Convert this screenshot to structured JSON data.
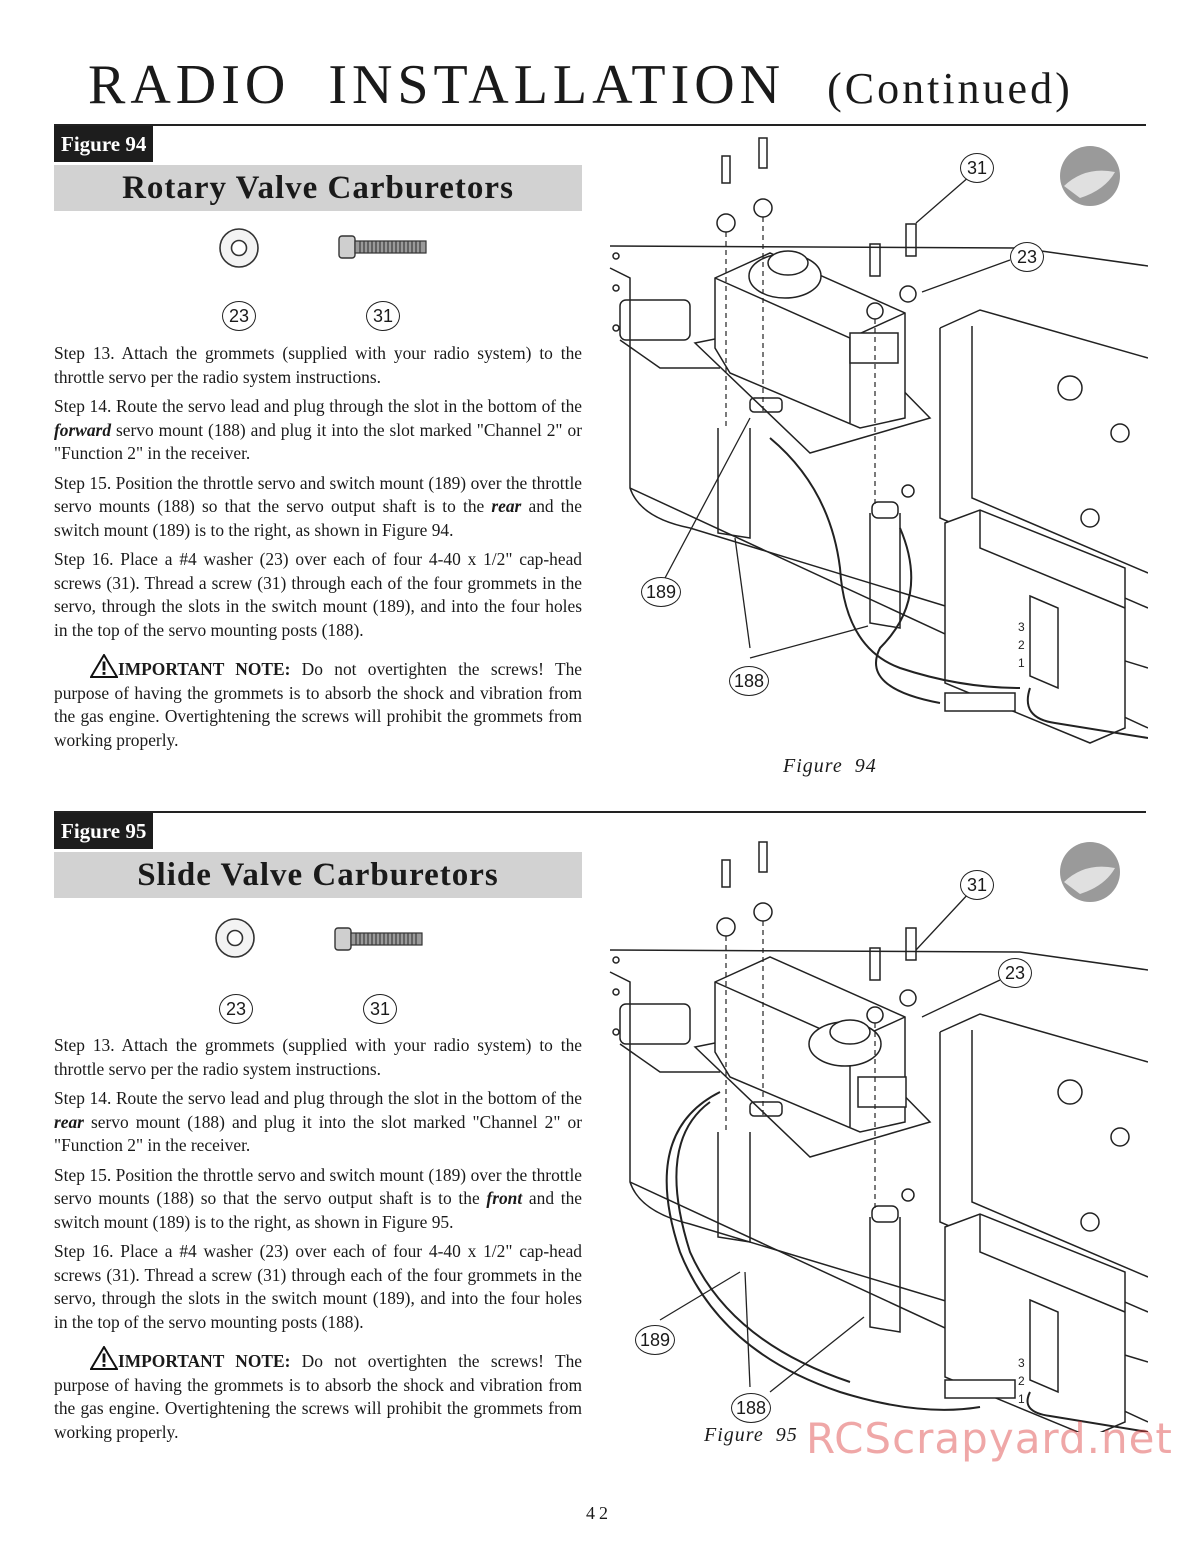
{
  "title": {
    "main": "RADIO  INSTALLATION",
    "sub": "(Continued)"
  },
  "sections": [
    {
      "figure_tab": "Figure 94",
      "heading": "Rotary Valve Carburetors",
      "parts": [
        {
          "callout": "23",
          "icon": "washer-icon"
        },
        {
          "callout": "31",
          "icon": "cap-head-screw-icon"
        }
      ],
      "step13": "Step 13. Attach the grommets (supplied with your radio system) to the throttle servo per the radio system instructions.",
      "step14_pre": "Step 14. Route the servo lead and plug through the slot in the bottom of the ",
      "step14_em": "forward",
      "step14_post": " servo mount (188) and plug it into the slot  marked \"Channel 2\" or \"Function 2\" in the receiver.",
      "step15_pre": "Step 15. Position the throttle servo and  switch mount (189) over the throttle servo mounts (188) so that the servo output shaft is to the ",
      "step15_em": "rear",
      "step15_post": " and  the switch mount (189) is to the right, as shown in Figure 94.",
      "step16": "Step 16. Place a #4 washer (23) over each of four 4-40 x 1/2\" cap-head screws (31). Thread a screw (31) through each of the four grommets in the servo, through the slots in the switch mount (189), and into the four holes in the top of the servo mounting posts (188).",
      "note_label": "IMPORTANT NOTE:",
      "note_text": " Do not overtighten the screws! The purpose of having the grommets is to absorb the shock and vibration from the gas engine. Overtightening the screws will prohibit the grommets from working properly.",
      "diagram_callouts": [
        "31",
        "23",
        "189",
        "188"
      ],
      "receiver_channels": [
        "3",
        "2",
        "1"
      ],
      "caption": "Figure  94"
    },
    {
      "figure_tab": "Figure 95",
      "heading": "Slide Valve Carburetors",
      "parts": [
        {
          "callout": "23",
          "icon": "washer-icon"
        },
        {
          "callout": "31",
          "icon": "cap-head-screw-icon"
        }
      ],
      "step13": "Step 13. Attach the grommets (supplied with your radio system) to the throttle servo per the radio system instructions.",
      "step14_pre": "Step 14. Route the servo lead and plug through the slot in the bottom of the ",
      "step14_em": "rear",
      "step14_post": " servo mount (188) and plug it into the slot  marked \"Channel 2\" or \"Function 2\" in the receiver.",
      "step15_pre": "Step 15. Position the throttle servo and  switch mount (189) over the throttle servo mounts (188) so that  the servo output shaft is to the ",
      "step15_em": "front",
      "step15_post": " and  the switch mount (189) is to the right, as shown in Figure 95.",
      "step16": "Step 16. Place a #4 washer (23) over each of four 4-40 x 1/2\" cap-head screws (31). Thread a screw (31) through each of the four grommets in the servo, through the slots in the switch mount (189), and into the four holes in the top of the servo mounting posts (188).",
      "note_label": "IMPORTANT NOTE:",
      "note_text": " Do not overtighten the screws! The purpose of having the grommets is to absorb the shock and vibration from the gas engine. Overtightening the screws will prohibit the grommets from working properly.",
      "diagram_callouts": [
        "31",
        "23",
        "189",
        "188"
      ],
      "receiver_channels": [
        "3",
        "2",
        "1"
      ],
      "caption": "Figure  95"
    }
  ],
  "page_number": "42",
  "watermark": "RCScrapyard.net"
}
